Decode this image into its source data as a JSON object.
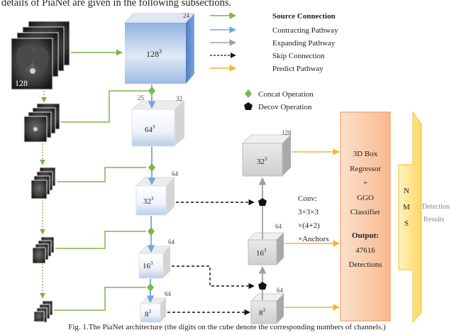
{
  "intro_text": "details of PiaNet are given in the following subsections.",
  "legend": {
    "source": "Source Connection",
    "contracting": "Contracting Pathway",
    "expanding": "Expanding Pathway",
    "skip": "Skip Connection",
    "predict": "Predict Pathway",
    "concat": "Concat Operation",
    "decov": "Decov Operation"
  },
  "colors": {
    "source": "#7ab648",
    "contracting": "#6fa8dc",
    "expanding": "#9e9e9e",
    "skip": "#111111",
    "predict": "#f4b62f",
    "concat": "#7ab648",
    "decov": "#111111",
    "output_box": "#f9c9a8",
    "nms_box": "#ffe79a"
  },
  "input_label": "128",
  "contracting_cubes": [
    {
      "size": "128",
      "channels": "24"
    },
    {
      "size": "64",
      "channels": "32",
      "side_label": "25"
    },
    {
      "size": "32",
      "channels": "64"
    },
    {
      "size": "16",
      "channels": "64"
    },
    {
      "size": "8",
      "channels": "64"
    }
  ],
  "expanding_cubes": [
    {
      "size": "32",
      "channels": "128"
    },
    {
      "size": "16",
      "channels": "64"
    },
    {
      "size": "8",
      "channels": "64"
    }
  ],
  "conv_text": [
    "Conv:",
    "3×3×3",
    "×(4+2)",
    "×Anchors"
  ],
  "output_box": {
    "lines": [
      "3D Box",
      "Regressor",
      "+",
      "GGO",
      "Classifier"
    ],
    "output_label": "Output:",
    "output_lines": [
      "47616",
      "Detections"
    ]
  },
  "nms": {
    "letters": [
      "N",
      "M",
      "S"
    ],
    "result_lines": [
      "Detection",
      "Results"
    ]
  },
  "caption": "Fig. 1.The PiaNet architecture (the digits on the cube denote the corresponding numbers of channels.)"
}
